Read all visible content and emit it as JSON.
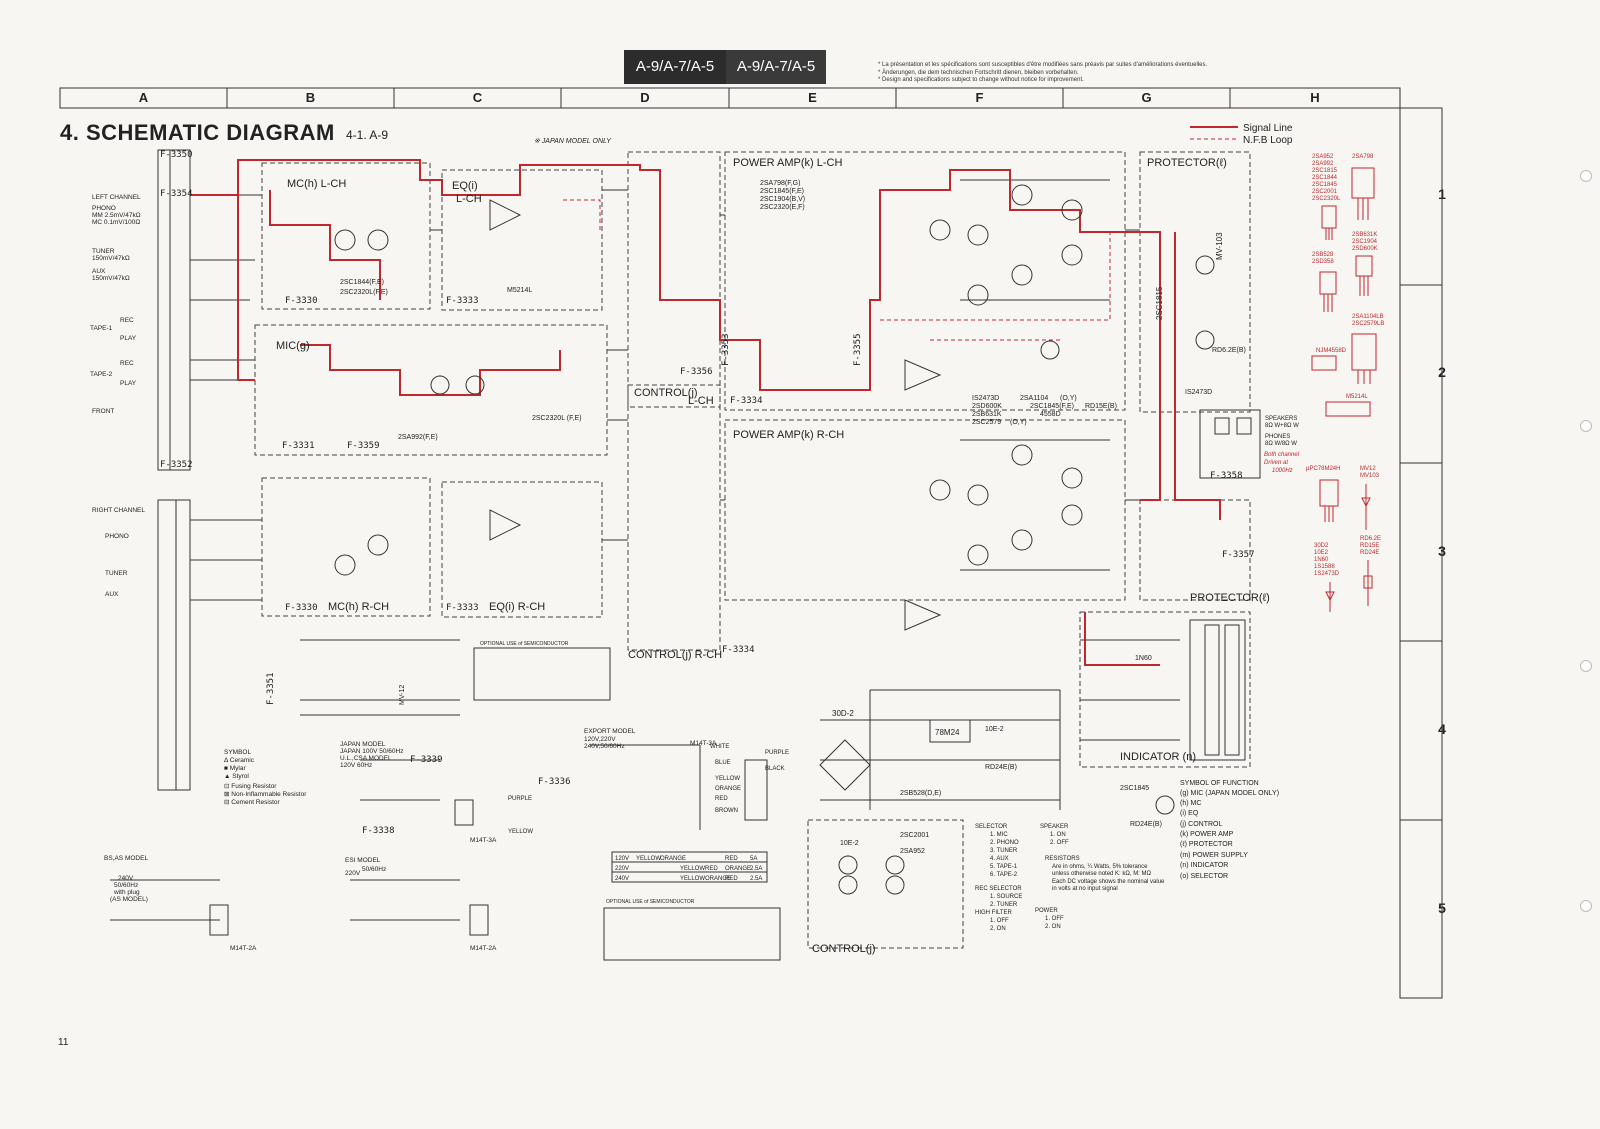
{
  "header": {
    "banner_left": "A-9/A-7/A-5",
    "banner_right": "A-9/A-7/A-5",
    "notes": [
      "* La présentation et les spécifications sont susceptibles d'être modifiées sans préavis par suites d'améliorations éventuelles.",
      "* Änderungen, die dem technischen Fortschritt dienen, bleiben vorbehalten.",
      "* Design and specifications subject to change without notice for improvement."
    ],
    "columns": [
      "A",
      "B",
      "C",
      "D",
      "E",
      "F",
      "G",
      "H"
    ],
    "rows": [
      "1",
      "2",
      "3",
      "4",
      "5"
    ]
  },
  "title": "4. SCHEMATIC DIAGRAM",
  "subtitle": "4-1. A-9",
  "japan_note": "※ JAPAN MODEL ONLY",
  "legend": {
    "signal_line": "Signal Line",
    "nfb_loop": "N.F.B Loop"
  },
  "blocks": {
    "mc_l": "MC(h) L-CH",
    "eq_l_top": "EQ(i)",
    "eq_l_bottom": "L-CH",
    "power_l": "POWER AMP(k) L-CH",
    "protector_top": "PROTECTOR(ℓ)",
    "mic": "MIC(g)",
    "control_l_top": "CONTROL(j)",
    "control_l_bottom": "L-CH",
    "power_r": "POWER AMP(k) R-CH",
    "mc_r": "MC(h) R-CH",
    "eq_r": "EQ(i) R-CH",
    "control_r": "CONTROL(j) R-CH",
    "protector_bottom": "PROTECTOR(ℓ)",
    "indicator": "INDICATOR (n)",
    "control_small": "CONTROL(j)"
  },
  "connectors": [
    "F-3350",
    "F-3354",
    "F-3330",
    "F-3333",
    "F-3331",
    "F-3359",
    "F-3352",
    "F-3330",
    "F-3333",
    "F-3356",
    "F-3334",
    "F-3353",
    "F-3355",
    "F-3357",
    "F-3358",
    "F-3336",
    "F-3338",
    "F-3339",
    "F-3351",
    "F-3334"
  ],
  "left_inputs": {
    "left_channel": "LEFT CHANNEL",
    "phono": "PHONO",
    "mm": "MM 2.5mV/47kΩ",
    "mc": "MC 0.1mV/100Ω",
    "tuner": "TUNER",
    "tuner_spec": "150mV/47kΩ",
    "aux": "AUX",
    "aux_spec": "150mV/47kΩ",
    "tape1": "TAPE-1",
    "tape2": "TAPE-2",
    "front": "FRONT",
    "right_channel": "RIGHT CHANNEL",
    "rec": "REC",
    "play": "PLAY"
  },
  "transistors": {
    "mc_l": [
      "2SC1844(F,E)",
      "2SC2320L(F,E)"
    ],
    "eq_ic": "M5214L",
    "mic": [
      "2SC2320L (F,E)",
      "2SA992(F,E)"
    ],
    "power_l": [
      "2SA798(F,G)",
      "2SC1845(F,E)",
      "2SC1904(B,V)",
      "2SC2320(E,F)"
    ],
    "power_mid": [
      "IS2473D",
      "2SD600K",
      "2SB631K",
      "2SC2579",
      "2SA1104",
      "2SC1845(F,E)",
      "4558D",
      "RD15E(B)",
      "(O,Y)",
      "(O,Y)"
    ],
    "protector": [
      "2SC1815",
      "MV-103",
      "RD6.2E(B)",
      "IS2473D"
    ],
    "power_supply": [
      "30D-2",
      "78M24",
      "10E-2",
      "RD24E(B)",
      "2SB528(D,E)"
    ],
    "control_small": [
      "10E-2",
      "2SC2001",
      "2SA952"
    ],
    "indicator": [
      "1N60",
      "2SC1845",
      "RD24E(B)"
    ],
    "mic_zener": "MV-12"
  },
  "parts_list": [
    "2SA952",
    "2SA992",
    "2SC1815",
    "2SC1844",
    "2SC1845",
    "2SC2001",
    "2SC2320L",
    "2SA798",
    "2SB631K",
    "2SC1904",
    "2SD600K",
    "2SB528",
    "2SD358",
    "2SA1104LB",
    "2SC2579LB",
    "NJM4558D",
    "M5214L",
    "μPC78M24H",
    "MV12",
    "MV103",
    "30D2",
    "10E2",
    "1N60",
    "1S1588",
    "1S2473D",
    "RD6.2E",
    "RD15E",
    "RD24E"
  ],
  "symbols": {
    "title": "SYMBOL",
    "items": [
      "Δ Ceramic",
      "■ Mylar",
      "▲ Styrol",
      "⊡ Fusing Resistor",
      "⊠ Non-Inflammable Resistor",
      "⊟ Cement Resistor"
    ]
  },
  "function_symbols": {
    "title": "SYMBOL OF FUNCTION",
    "items": [
      "(g) MIC (JAPAN MODEL ONLY)",
      "(h) MC",
      "(i) EQ",
      "(j) CONTROL",
      "(k) POWER AMP",
      "(ℓ) PROTECTOR",
      "(m) POWER SUPPLY",
      "(n) INDICATOR",
      "(o) SELECTOR"
    ]
  },
  "selector": {
    "title": "SELECTOR",
    "items": [
      "1. MIC",
      "2. PHONO",
      "3. TUNER",
      "4. AUX",
      "5. TAPE-1",
      "6. TAPE-2"
    ],
    "rec_selector": "REC SELECTOR",
    "rec_items": [
      "1. SOURCE",
      "2. TUNER"
    ],
    "high_filter": "HIGH FILTER",
    "high_items": [
      "1. OFF",
      "2. ON"
    ]
  },
  "speaker": {
    "title": "SPEAKER",
    "items": [
      "1. ON",
      "2. OFF"
    ]
  },
  "power": {
    "title": "POWER",
    "items": [
      "1. OFF",
      "2. ON"
    ]
  },
  "resistors_note": [
    "RESISTORS",
    "Are in ohms, ¼ Watts, 5% tolerance",
    "unless otherwise noted K: kΩ, M: MΩ",
    "Each DC voltage shows the nominal value",
    "in volts at no input signal"
  ],
  "models": {
    "japan": [
      "JAPAN MODEL",
      "JAPAN 100V 50/60Hz",
      "U.L.,CSA MODEL",
      "120V 60Hz"
    ],
    "export": [
      "EXPORT MODEL",
      "120V,220V",
      "240V,50/60Hz"
    ],
    "bs_as": [
      "BS,AS MODEL",
      "240V",
      "50/60Hz",
      "with plug",
      "(AS MODEL)"
    ],
    "esi": [
      "ESI MODEL",
      "220V",
      "50/60Hz"
    ]
  },
  "voltage_table": {
    "header": [
      "120V",
      "YELLOW",
      "ORANGE",
      "RED",
      "5A"
    ],
    "rows": [
      [
        "220V",
        "YELLOW",
        "RED",
        "ORANGE",
        "2.5A"
      ],
      [
        "240V",
        "YELLOW",
        "ORANGE",
        "RED",
        "2.5A"
      ]
    ]
  },
  "transformer": {
    "name": "M14T-3A",
    "alt": "M14T-2A"
  },
  "wire_colors": [
    "WHITE",
    "BLUE",
    "YELLOW",
    "ORANGE",
    "RED",
    "BROWN",
    "BLACK",
    "PURPLE",
    "PURPLE",
    "YELLOW"
  ],
  "speakers_phones": [
    "SPEAKERS",
    "8Ω W+8Ω W",
    "PHONES",
    "8Ω W/8Ω W"
  ],
  "handwritten": [
    "Both channel",
    "Driven at",
    "1000Hz"
  ],
  "optional_semis": "OPTIONAL USE of SEMICONDUCTOR",
  "page_number": "11",
  "colors": {
    "signal": "#c0282d",
    "line": "#333333",
    "paper": "#f7f6f2"
  }
}
